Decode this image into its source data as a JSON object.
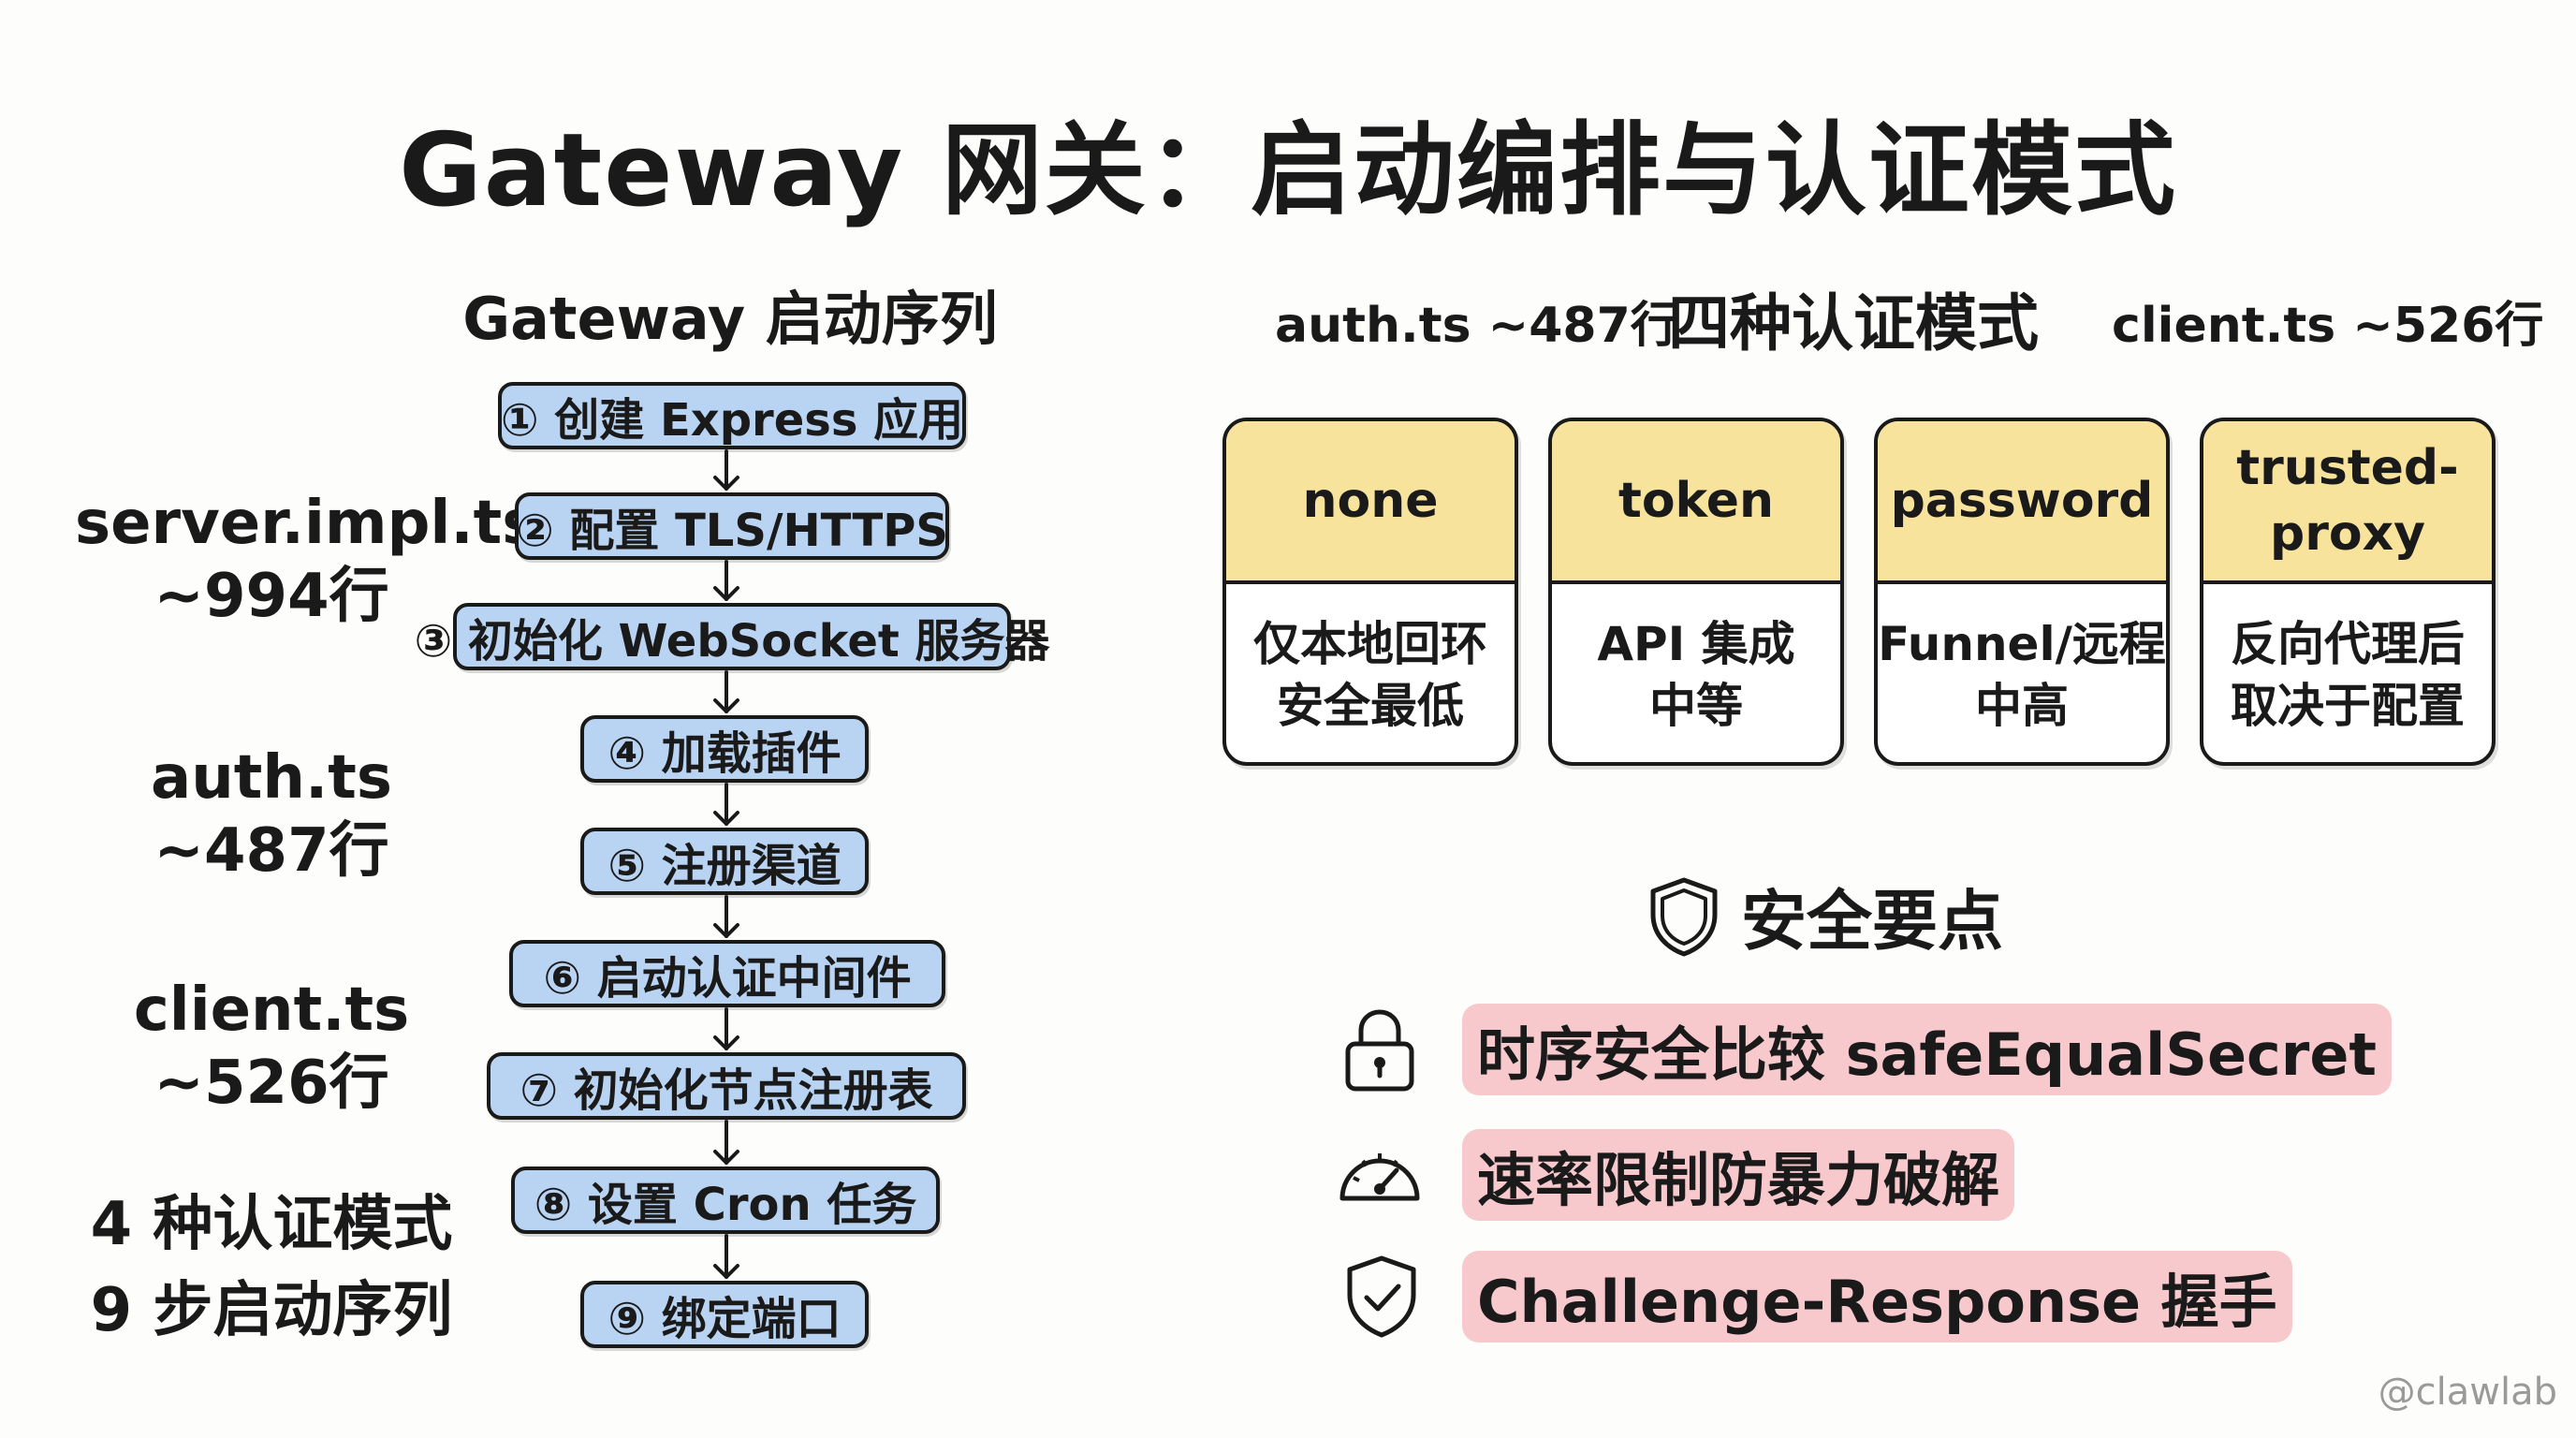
{
  "title": "Gateway 网关：启动编排与认证模式",
  "sequence": {
    "title": "Gateway 启动序列",
    "steps": [
      "① 创建 Express 应用",
      "② 配置 TLS/HTTPS",
      "③ 初始化 WebSocket 服务器",
      "④ 加载插件",
      "⑤ 注册渠道",
      "⑥ 启动认证中间件",
      "⑦ 初始化节点注册表",
      "⑧ 设置 Cron 任务",
      "⑨ 绑定端口"
    ]
  },
  "side_labels": {
    "server": {
      "file": "server.impl.ts",
      "lines": "~994行"
    },
    "auth": {
      "file": "auth.ts",
      "lines": "~487行"
    },
    "client": {
      "file": "client.ts",
      "lines": "~526行"
    },
    "summary": {
      "line1": "4 种认证模式",
      "line2": "9 步启动序列"
    }
  },
  "auth": {
    "left_file": "auth.ts ~487行",
    "title": "四种认证模式",
    "right_file": "client.ts ~526行",
    "modes": [
      {
        "name_line1": "none",
        "name_line2": "",
        "desc_line1": "仅本地回环",
        "desc_line2": "安全最低"
      },
      {
        "name_line1": "token",
        "name_line2": "",
        "desc_line1": "API 集成",
        "desc_line2": "中等"
      },
      {
        "name_line1": "password",
        "name_line2": "",
        "desc_line1": "Funnel/远程",
        "desc_line2": "中高"
      },
      {
        "name_line1": "trusted-",
        "name_line2": "proxy",
        "desc_line1": "反向代理后",
        "desc_line2": "取决于配置"
      }
    ]
  },
  "security": {
    "title": "安全要点",
    "title_icon": "shield-icon",
    "items": [
      {
        "icon": "lock-icon",
        "text": "时序安全比较 safeEqualSecret"
      },
      {
        "icon": "speedometer-icon",
        "text": "速率限制防暴力破解"
      },
      {
        "icon": "shield-check-icon",
        "text": "Challenge-Response 握手"
      }
    ]
  },
  "colors": {
    "step_fill": "#b9d4f3",
    "mode_header_fill": "#f7e39c",
    "highlight_fill": "#f7c9cd",
    "stroke": "#1a1a1a"
  },
  "watermark": "@clawlab"
}
